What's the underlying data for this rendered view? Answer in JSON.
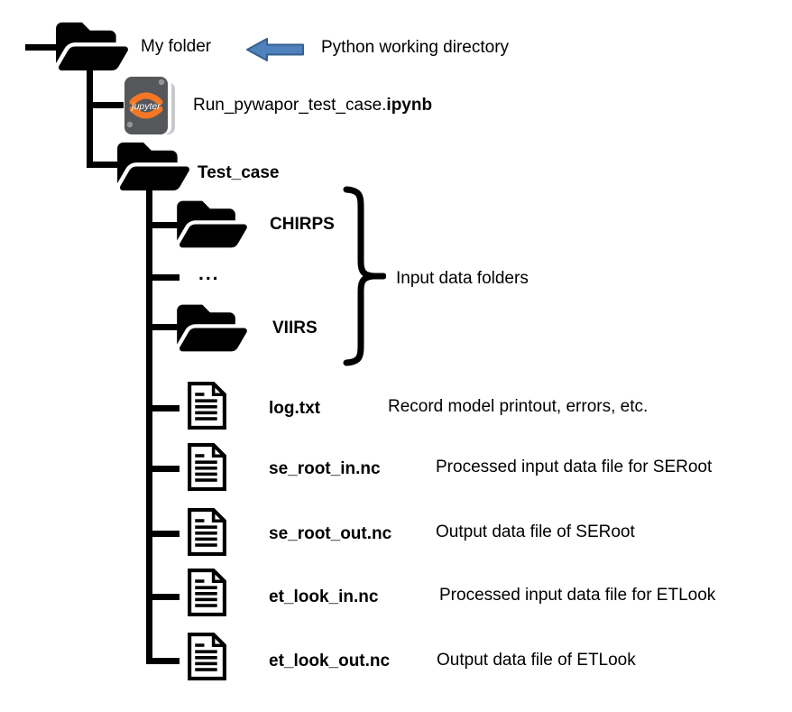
{
  "diagram": {
    "root_folder": {
      "label": "My folder",
      "note": "Python working directory"
    },
    "notebook": {
      "name_base": "Run_pywapor_test_case.",
      "name_ext": "ipynb",
      "logo_text": "jupyter"
    },
    "test_case_folder": {
      "label": "Test_case"
    },
    "input_folders": {
      "items": [
        {
          "label": "CHIRPS"
        },
        {
          "label": "..."
        },
        {
          "label": "VIIRS"
        }
      ],
      "group_label": "Input data folders"
    },
    "files": [
      {
        "name": "log.txt",
        "description": "Record model printout, errors, etc."
      },
      {
        "name": "se_root_in.nc",
        "description": "Processed input data file for SERoot"
      },
      {
        "name": "se_root_out.nc",
        "description": "Output data file of SERoot"
      },
      {
        "name": "et_look_in.nc",
        "description": "Processed input data file for ETLook"
      },
      {
        "name": "et_look_out.nc",
        "description": "Output data file of ETLook"
      }
    ],
    "colors": {
      "arrow_fill": "#4F81BD",
      "arrow_stroke": "#36608F",
      "jupyter_orange": "#F37726",
      "notebook_body": "#55575A",
      "line_black": "#000000"
    }
  }
}
